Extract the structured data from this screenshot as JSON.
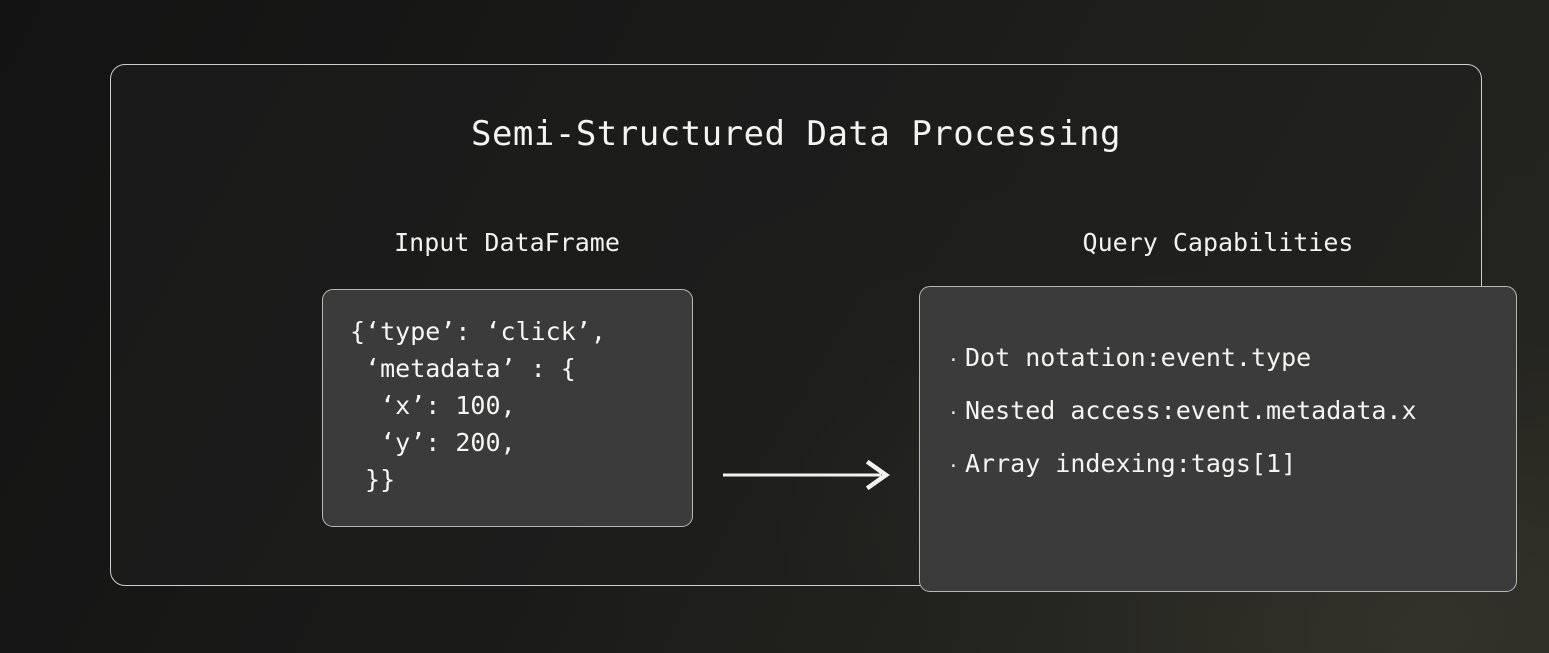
{
  "slide": {
    "title": "Semi-Structured Data Processing",
    "background_color": "#1a1a19",
    "panel_border_color": "#cfcfc9",
    "card_fill_color": "#3b3b3b",
    "card_border_color": "#b9b9b4",
    "text_color": "#f4f4f2"
  },
  "left_column": {
    "label": "Input DataFrame",
    "code": "{‘type’: ‘click’,\n ‘metadata’ : {\n  ‘x’: 100,\n  ‘y’: 200,\n }}",
    "code_lines": [
      "{‘type’: ‘click’,",
      " ‘metadata’ : {",
      "  ‘x’: 100,",
      "  ‘y’: 200,",
      " }}"
    ]
  },
  "flow": {
    "arrow_icon": "arrow-right-icon",
    "direction": "left-to-right"
  },
  "right_column": {
    "label": "Query Capabilities",
    "bullet_marker": "·",
    "items": [
      {
        "text": "Dot notation:event.type",
        "capability": "Dot notation",
        "example": "event.type"
      },
      {
        "text": "Nested access:event.metadata.x",
        "capability": "Nested access",
        "example": "event.metadata.x"
      },
      {
        "text": "Array indexing:tags[1]",
        "capability": "Array indexing",
        "example": "tags[1]"
      }
    ]
  }
}
